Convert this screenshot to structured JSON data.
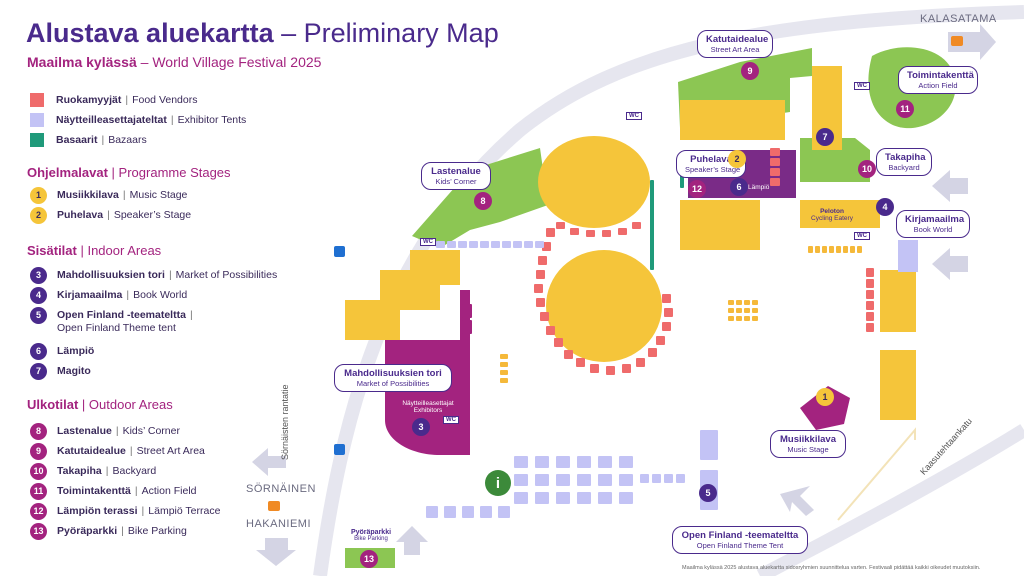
{
  "title": {
    "fi": "Alustava aluekartta",
    "dash": " – ",
    "en": "Preliminary Map"
  },
  "subtitle": {
    "fi": "Maailma kylässä",
    "dash": " – ",
    "en": "World Village Festival 2025"
  },
  "legend": {
    "types": [
      {
        "fi": "Ruokamyyjät",
        "en": "Food Vendors",
        "color": "#ef6b6b"
      },
      {
        "fi": "Näytteilleasettajateltat",
        "en": "Exhibitor Tents",
        "color": "#c3c3f5"
      },
      {
        "fi": "Basaarit",
        "en": "Bazaars",
        "color": "#1f9a7a"
      }
    ],
    "sections": [
      {
        "fi": "Ohjelmalavat",
        "en": "Programme Stages",
        "items": [
          {
            "n": "1",
            "fi": "Musiikkilava",
            "en": "Music Stage",
            "style": "yel"
          },
          {
            "n": "2",
            "fi": "Puhelava",
            "en": "Speaker’s Stage",
            "style": "yel"
          }
        ]
      },
      {
        "fi": "Sisätilat",
        "en": "Indoor Areas",
        "items": [
          {
            "n": "3",
            "fi": "Mahdollisuuksien tori",
            "en": "Market of Possibilities",
            "style": "pur"
          },
          {
            "n": "4",
            "fi": "Kirjamaailma",
            "en": "Book World",
            "style": "pur"
          },
          {
            "n": "5",
            "fi": "Open Finland -teemateltta",
            "en": "Open Finland Theme tent",
            "style": "pur",
            "wrap": true
          },
          {
            "n": "6",
            "fi": "Lämpiö",
            "en": "",
            "style": "pur"
          },
          {
            "n": "7",
            "fi": "Magito",
            "en": "",
            "style": "pur"
          }
        ]
      },
      {
        "fi": "Ulkotilat",
        "en": "Outdoor Areas",
        "items": [
          {
            "n": "8",
            "fi": "Lastenalue",
            "en": "Kids’ Corner",
            "style": "mag"
          },
          {
            "n": "9",
            "fi": "Katutaidealue",
            "en": "Street Art Area",
            "style": "mag"
          },
          {
            "n": "10",
            "fi": "Takapiha",
            "en": "Backyard",
            "style": "mag"
          },
          {
            "n": "11",
            "fi": "Toimintakenttä",
            "en": "Action Field",
            "style": "mag"
          },
          {
            "n": "12",
            "fi": "Lämpiön terassi",
            "en": "Lämpiö Terrace",
            "style": "mag"
          },
          {
            "n": "13",
            "fi": "Pyöräparkki",
            "en": "Bike Parking",
            "style": "mag"
          }
        ]
      }
    ]
  },
  "map_labels": {
    "katutaide": {
      "fi": "Katutaidealue",
      "en": "Street Art Area"
    },
    "toiminta": {
      "fi": "Toimintakenttä",
      "en": "Action Field"
    },
    "puhelava": {
      "fi": "Puhelava",
      "en": "Speaker’s Stage"
    },
    "takapiha": {
      "fi": "Takapiha",
      "en": "Backyard"
    },
    "lastenalue": {
      "fi": "Lastenalue",
      "en": "Kids’ Corner"
    },
    "kirjamaailma": {
      "fi": "Kirjamaailma",
      "en": "Book World"
    },
    "mahdollisuuksien": {
      "fi": "Mahdollisuuksien tori",
      "en": "Market of Possibilities"
    },
    "musiikkilava": {
      "fi": "Musiikkilava",
      "en": "Music Stage"
    },
    "openfinland": {
      "fi": "Open Finland -teemateltta",
      "en": "Open Finland Theme Tent"
    },
    "pyoraparkki": {
      "fi": "Pyöräparkki",
      "en": "Bike Parking"
    },
    "nayttelijat": {
      "fi": "Näytteilleasettajat",
      "en": "Exhibitors"
    },
    "peloton": {
      "fi": "Peloton",
      "en": "Cycling Eatery"
    },
    "lampio": "Lämpiö",
    "wc": "WC"
  },
  "directions": {
    "kalasatama": "KALASATAMA",
    "sornainen": "SÖRNÄINEN",
    "hakaniemi": "HAKANIEMI"
  },
  "streets": {
    "sornaisten": "Sörnäisten rantatie",
    "kaasutehtaankatu": "Kaasutehtaankatu"
  },
  "footer": "Maailma kylässä 2025 alustava aluekartta sidosryhmien suunnittelua varten. Festivaali pidättää kaikki oikeudet muutoksiin.",
  "colors": {
    "purple": "#4a2a8c",
    "magenta": "#a3237f",
    "yellow": "#f5c53a",
    "food": "#ef6b6b",
    "tent": "#c3c3f5",
    "bazaar": "#1f9a7a",
    "green": "#7fbf4a"
  }
}
